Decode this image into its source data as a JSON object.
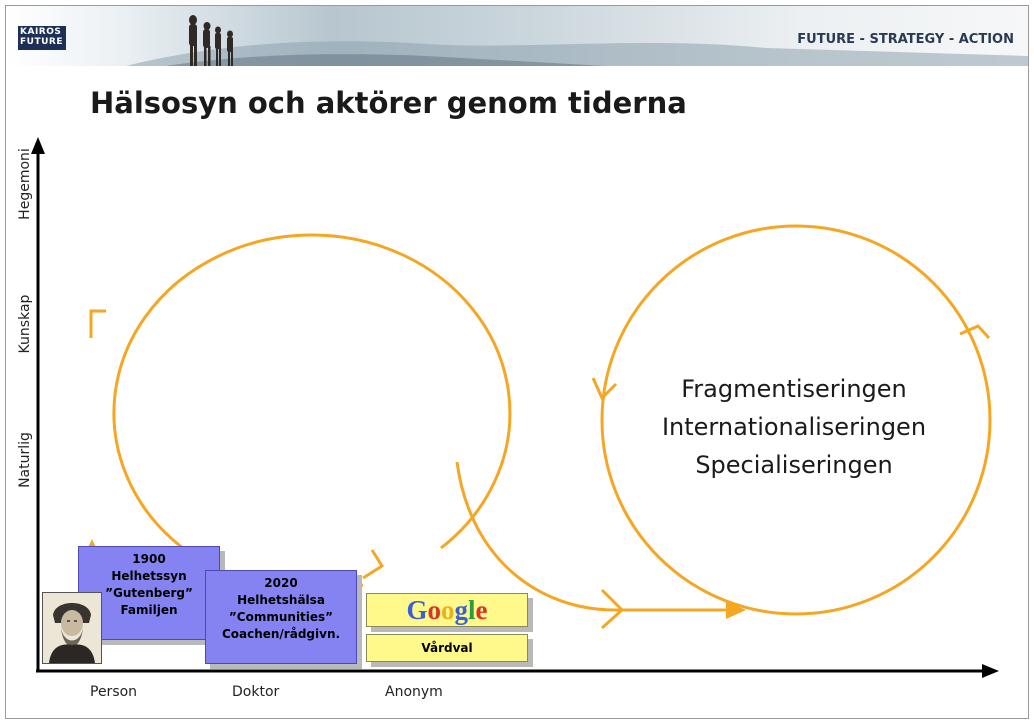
{
  "header": {
    "logo_line1": "KAIROS",
    "logo_line2": "FUTURE",
    "tagline": "FUTURE - STRATEGY - ACTION"
  },
  "title": "Hälsosyn och aktörer genom tiderna",
  "y_axis_labels": [
    "Hegemoni",
    "Kunskap",
    "Naturlig"
  ],
  "x_axis_labels": [
    "Person",
    "Doktor",
    "Anonym"
  ],
  "box_1900": [
    "1900",
    "Helhetssyn",
    "”Gutenberg”",
    "Familjen"
  ],
  "box_2020": [
    "2020",
    "Helhetshälsa",
    "”Communities”",
    "Coachen/rådgivn."
  ],
  "google": {
    "letters": [
      "G",
      "o",
      "o",
      "g",
      "l",
      "e"
    ],
    "colors": [
      "#3b5fd6",
      "#d8352a",
      "#e9b21c",
      "#3b5fd6",
      "#2e9b3e",
      "#d8352a"
    ]
  },
  "vardval": "Vårdval",
  "fragment_lines": [
    "Fragmentiseringen",
    "Internationaliseringen",
    "Specialiseringen"
  ],
  "colors": {
    "cycle": "#f5a623",
    "axis": "#000000",
    "box_purple": "#8583f2",
    "box_yellow": "#fff88a"
  }
}
